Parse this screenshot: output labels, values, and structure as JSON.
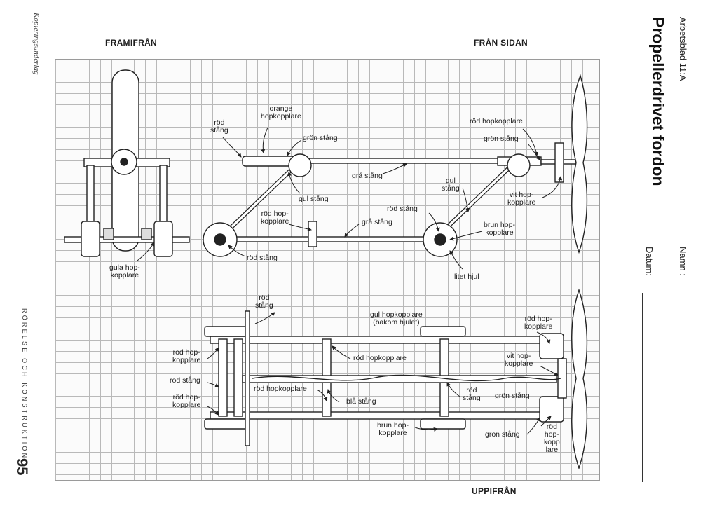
{
  "page": {
    "left_margin_text": "Kopieringsunderlag",
    "side_section": "RÖRELSE OCH KONSTRUKTION",
    "page_number": "95",
    "worksheet": "Arbetsblad 11:A",
    "title": "Propellerdrivet fordon",
    "name_label": "Namn :",
    "date_label": "Datum:"
  },
  "views": {
    "front": "FRAMIFRÅN",
    "side": "FRÅN SIDAN",
    "top": "UPPIFRÅN"
  },
  "labels": {
    "front_gula_hopkopplare": [
      "gula hop-",
      "kopplare"
    ],
    "side_rod_stang_top": [
      "röd",
      "stång"
    ],
    "side_orange_hopkopplare": [
      "orange",
      "hopkopplare"
    ],
    "side_gron_stang": "grön stång",
    "side_gra_stang_upper": "grå stång",
    "side_gul_stang_left": "gul stång",
    "side_rod_hopkopplare_mid": [
      "röd hop-",
      "kopplare"
    ],
    "side_gra_stang_lower": "grå stång",
    "side_rod_stang_bottom": "röd stång",
    "side_rod_hopkopplare_right": "röd hopkopplare",
    "side_gron_stang_right": "grön stång",
    "side_gul_stang_right": [
      "gul",
      "stång"
    ],
    "side_vit_hopkopplare": [
      "vit hop-",
      "kopplare"
    ],
    "side_rod_stang_mid": "röd stång",
    "side_brun_hopkopplare": [
      "brun hop-",
      "kopplare"
    ],
    "side_litet_hjul": "litet hjul",
    "top_rod_stang": [
      "röd",
      "stång"
    ],
    "top_gul_hopkopplare": [
      "gul hopkopplare",
      "(bakom hjulet)"
    ],
    "top_rod_hopkopplare_right": [
      "röd hop-",
      "kopplare"
    ],
    "top_rod_hopkopplare_left": [
      "röd hop-",
      "kopplare"
    ],
    "top_rod_hopkopplare_center": "röd hopkopplare",
    "top_vit_hopkopplare": [
      "vit hop-",
      "kopplare"
    ],
    "top_rod_stang_left": "röd stång",
    "top_rod_hopkopplare_lower": "röd hopkopplare",
    "top_rod_stang_right": [
      "röd",
      "stång"
    ],
    "top_gron_stang_upper": "grön stång",
    "top_rod_hopkopplare_left2": [
      "röd hop-",
      "kopplare"
    ],
    "top_bla_stang": "blå stång",
    "top_brun_hopkopplare": [
      "brun hop-",
      "kopplare"
    ],
    "top_gron_stang_lower": "grön stång",
    "top_rod_hopkopp_lare": [
      "röd",
      "hop-",
      "kopp",
      "lare"
    ]
  }
}
